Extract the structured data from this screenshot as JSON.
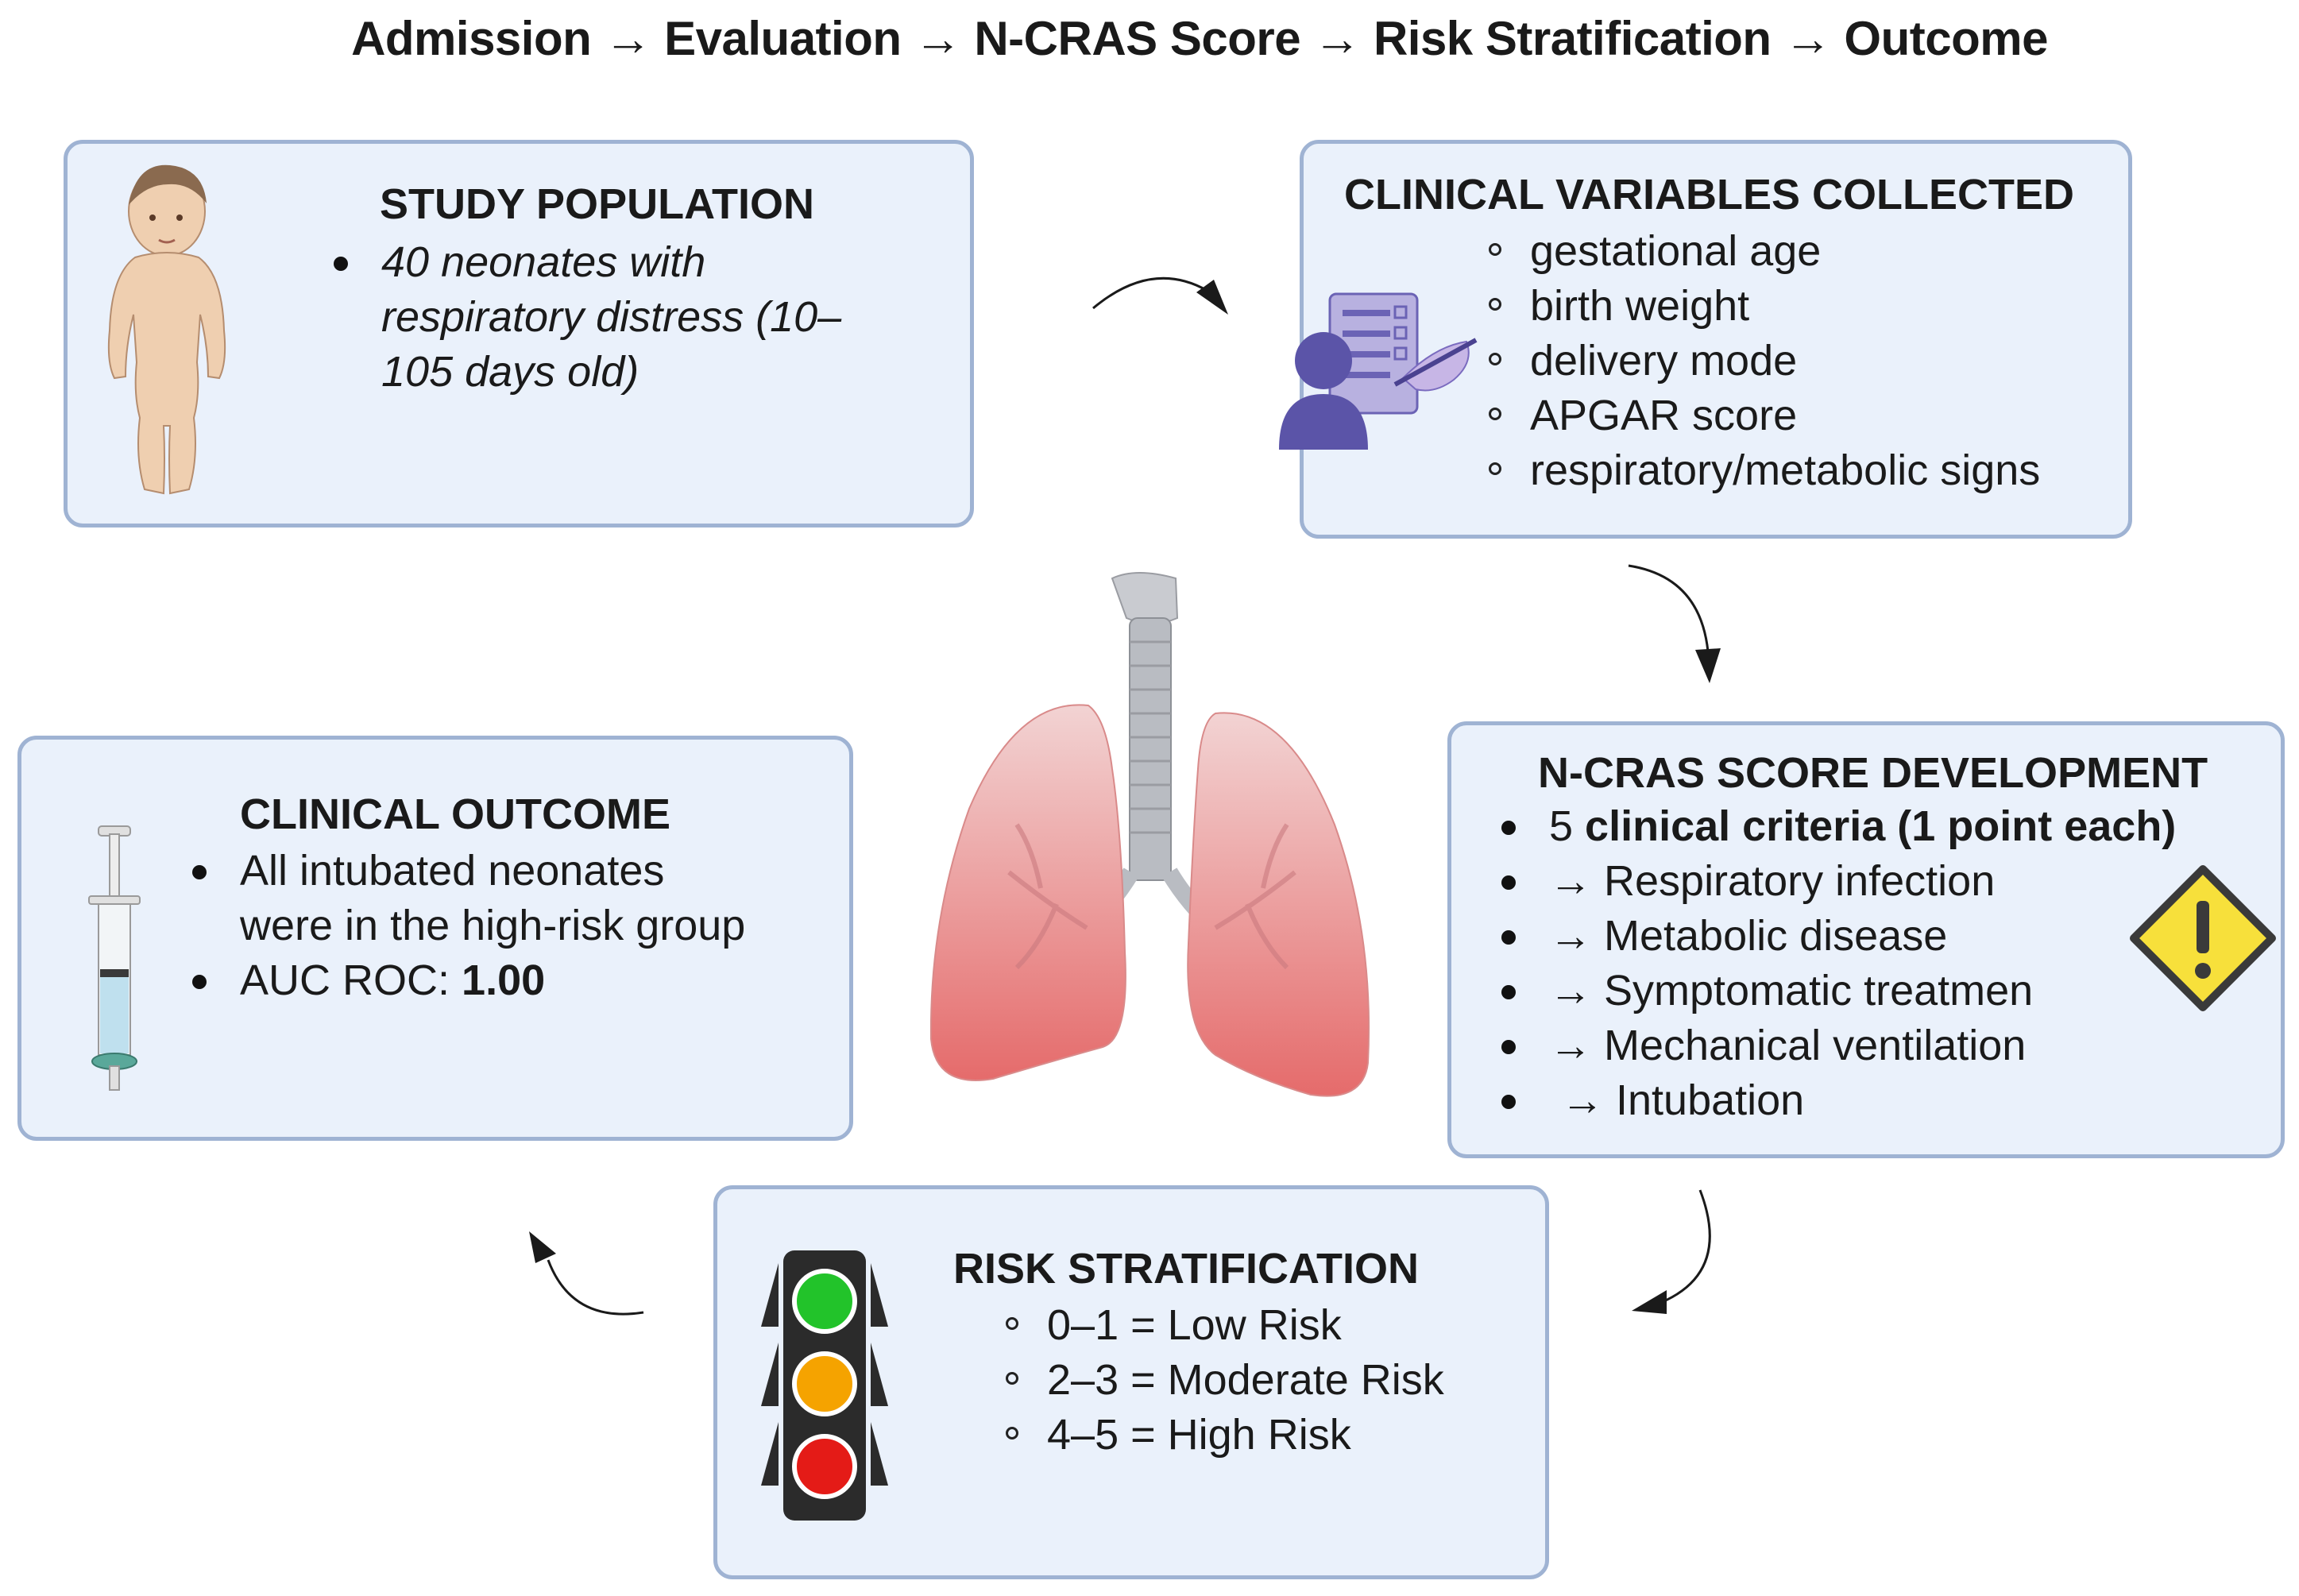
{
  "title": "Admission → Evaluation → N-CRAS Score → Risk Stratification → Outcome",
  "study_population": {
    "heading": "STUDY POPULATION",
    "lines": [
      "40 neonates with",
      "respiratory distress (10–",
      "105 days old)"
    ]
  },
  "clinical_variables": {
    "heading": "CLINICAL VARIABLES COLLECTED",
    "items": [
      "gestational age",
      "birth weight",
      "delivery mode",
      "APGAR score",
      "respiratory/metabolic signs"
    ]
  },
  "ncras": {
    "heading": "N-CRAS SCORE DEVELOPMENT",
    "first_prefix": "5 ",
    "first_bold": "clinical criteria (1 point each)",
    "items": [
      "→ Respiratory infection",
      "→ Metabolic disease",
      "→ Symptomatic treatmen",
      "→ Mechanical ventilation",
      " → Intubation"
    ]
  },
  "risk": {
    "heading": "RISK STRATIFICATION",
    "items": [
      "0–1 = Low Risk",
      "2–3 = Moderate Risk",
      "4–5 = High Risk"
    ]
  },
  "outcome": {
    "heading": "CLINICAL OUTCOME",
    "line1": "All intubated neonates",
    "line2": "were in the high-risk group",
    "auc_label": "AUC ROC: ",
    "auc_value": "1.00"
  },
  "colors": {
    "box_fill": "#eaf1fb",
    "box_border": "#9fb3d3",
    "light_green": "#22c32a",
    "light_amber": "#f5a300",
    "light_red": "#e41b17",
    "warning_yellow": "#f7e03b",
    "icon_purple": "#5b54a8"
  }
}
